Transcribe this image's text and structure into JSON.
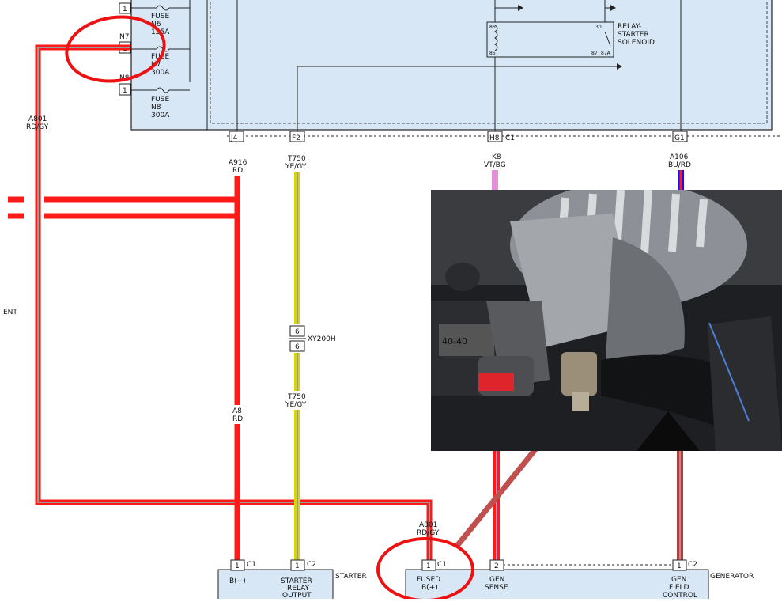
{
  "fuse_box": {
    "fuses": [
      {
        "pin_label": "",
        "pin": "1",
        "fuse_label": "FUSE",
        "fuse_id": "N6",
        "rating": "125A"
      },
      {
        "pin_label": "N7",
        "pin": "1",
        "fuse_label": "FUSE",
        "fuse_id": "N7",
        "rating": "300A"
      },
      {
        "pin_label": "N8",
        "pin": "1",
        "fuse_label": "FUSE",
        "fuse_id": "N8",
        "rating": "300A"
      }
    ],
    "relay": {
      "name_line1": "RELAY-",
      "name_line2": "STARTER",
      "name_line3": "SOLENOID",
      "pin_86": "86",
      "pin_85": "85",
      "pin_30": "30",
      "pin_87": "87",
      "pin_87a": "87A"
    }
  },
  "connectors": [
    {
      "pin": "J4",
      "suffix": ""
    },
    {
      "pin": "F2",
      "suffix": ""
    },
    {
      "pin": "H8",
      "suffix": "C1"
    },
    {
      "pin": "G1",
      "suffix": ""
    }
  ],
  "wires": {
    "a801_top": {
      "circuit": "A801",
      "color": "RD/GY"
    },
    "a916": {
      "circuit": "A916",
      "color": "RD"
    },
    "t750_top": {
      "circuit": "T750",
      "color": "YE/GY"
    },
    "k8": {
      "circuit": "K8",
      "color": "VT/BG"
    },
    "a106": {
      "circuit": "A106",
      "color": "BU/RD"
    },
    "a8": {
      "circuit": "A8",
      "color": "RD"
    },
    "t750_bottom": {
      "circuit": "T750",
      "color": "YE/GY"
    },
    "a801_bottom": {
      "circuit": "A801",
      "color": "RD/GY"
    }
  },
  "inline_connector": {
    "pin_top": "6",
    "pin_bottom": "6",
    "name": "XY200H"
  },
  "left_partial_text": "ENT",
  "starter": {
    "name": "STARTER",
    "pins": [
      {
        "num": "1",
        "conn": "C1",
        "label_line1": "B(+)",
        "label_line2": "",
        "label_line3": ""
      },
      {
        "num": "1",
        "conn": "C2",
        "label_line1": "STARTER",
        "label_line2": "RELAY",
        "label_line3": "OUTPUT"
      }
    ]
  },
  "generator": {
    "name": "GENERATOR",
    "pins": [
      {
        "num": "1",
        "conn": "C1",
        "label_line1": "FUSED",
        "label_line2": "B(+)"
      },
      {
        "num": "2",
        "conn": "",
        "label_line1": "GEN",
        "label_line2": "SENSE"
      },
      {
        "num": "1",
        "conn": "C2",
        "label_line1": "GEN",
        "label_line2": "FIELD",
        "label_line3": "CONTROL"
      }
    ]
  },
  "photo": {
    "part_text": "40-40"
  },
  "colors": {
    "rd": "#ff1a1a",
    "gy": "#9a9a9a",
    "ye": "#d8d800",
    "vt": "#e58fd6",
    "bu": "#1010ee",
    "box_fill": "#d7e7f6",
    "annotation": "#ee1111",
    "pointer": "#c0504d"
  }
}
